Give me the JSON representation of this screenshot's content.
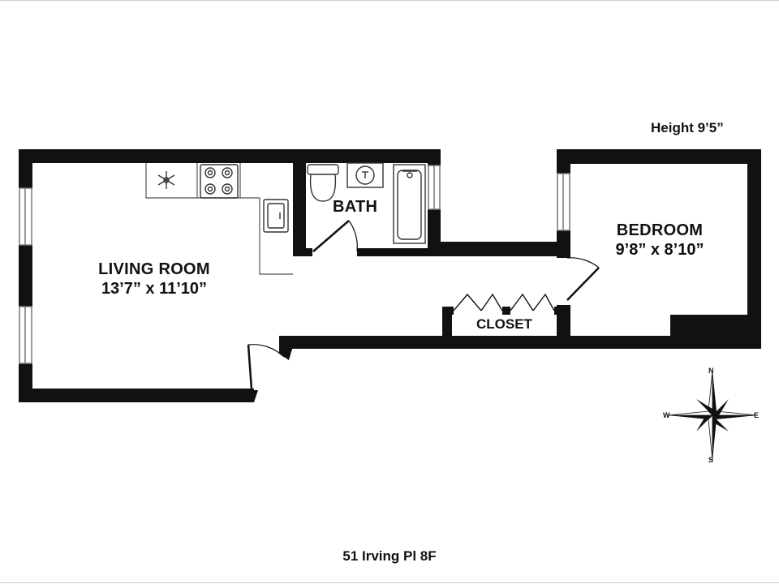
{
  "header": {
    "height_label": "Height 9’5”"
  },
  "rooms": {
    "living": {
      "name": "LIVING ROOM",
      "dims": "13’7” x 11’10”"
    },
    "bath": {
      "name": "BATH"
    },
    "bedroom": {
      "name": "BEDROOM",
      "dims": "9’8” x 8’10”"
    },
    "closet": {
      "name": "CLOSET"
    }
  },
  "compass": {
    "n": "N",
    "s": "S",
    "e": "E",
    "w": "W"
  },
  "footer": {
    "address": "51 Irving Pl 8F"
  },
  "colors": {
    "wall": "#111111",
    "fixture": "#555555",
    "window": "#777777"
  }
}
